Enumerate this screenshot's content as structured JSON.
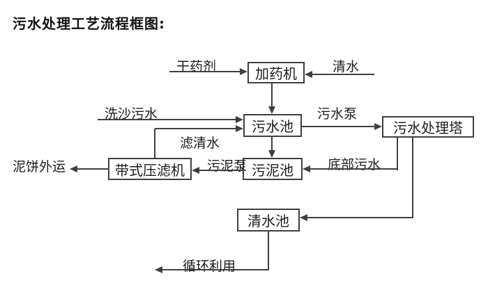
{
  "title": "污水处理工艺流程框图:",
  "diagram": {
    "nodes": {
      "dosing_machine": {
        "label": "加药机"
      },
      "sewage_pool": {
        "label": "污水池"
      },
      "treatment_tower": {
        "label": "污水处理塔"
      },
      "sludge_pool": {
        "label": "污泥池"
      },
      "belt_filter_press": {
        "label": "带式压滤机"
      },
      "clean_water_pool": {
        "label": "清水池"
      }
    },
    "flows": {
      "dry_agent": {
        "label": "干药剂"
      },
      "clean_water": {
        "label": "清水"
      },
      "sand_washing_sewage": {
        "label": "洗沙污水"
      },
      "filtered_water": {
        "label": "滤清水"
      },
      "sewage_pump": {
        "label": "污水泵"
      },
      "sludge_pump": {
        "label": "污泥泵"
      },
      "bottom_sewage": {
        "label": "底部污水"
      },
      "mud_cake_out": {
        "label": "泥饼外运"
      },
      "recycle": {
        "label": "循环利用"
      }
    }
  },
  "colors": {
    "line": "#3f3f3f",
    "text": "#1c1c1c",
    "background": "#ffffff",
    "box_fill": "#ffffff"
  }
}
